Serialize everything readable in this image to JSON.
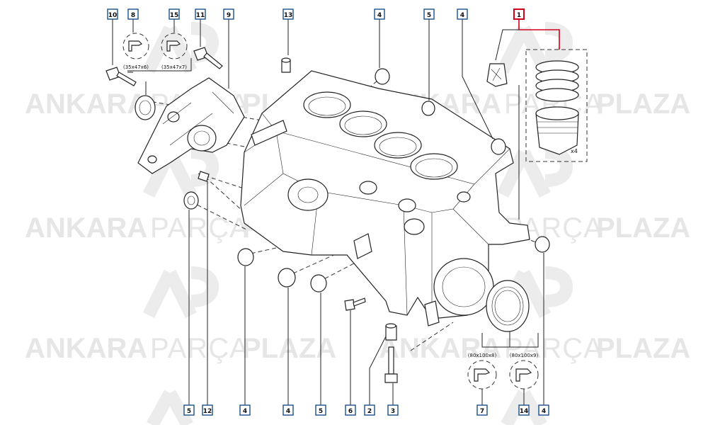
{
  "watermark": {
    "word1": "ANKARA",
    "word2": "PARÇA",
    "word3": "PLAZA",
    "logo": "AP"
  },
  "callouts": [
    {
      "id": "c10",
      "number": "10"
    },
    {
      "id": "c8",
      "number": "8"
    },
    {
      "id": "c15",
      "number": "15"
    },
    {
      "id": "c11",
      "number": "11"
    },
    {
      "id": "c9",
      "number": "9"
    },
    {
      "id": "c13",
      "number": "13"
    },
    {
      "id": "c4a",
      "number": "4"
    },
    {
      "id": "c5a",
      "number": "5"
    },
    {
      "id": "c4b",
      "number": "4"
    },
    {
      "id": "c1",
      "number": "1",
      "highlighted": true
    },
    {
      "id": "c5b",
      "number": "5"
    },
    {
      "id": "c12",
      "number": "12"
    },
    {
      "id": "c4c",
      "number": "4"
    },
    {
      "id": "c4d",
      "number": "4"
    },
    {
      "id": "c5c",
      "number": "5"
    },
    {
      "id": "c6",
      "number": "6"
    },
    {
      "id": "c2",
      "number": "2"
    },
    {
      "id": "c3",
      "number": "3"
    },
    {
      "id": "c7",
      "number": "7"
    },
    {
      "id": "c14",
      "number": "14"
    },
    {
      "id": "c4e",
      "number": "4"
    }
  ],
  "seal_dims": {
    "seal8": "(35x47x6)",
    "seal15": "(35x47x7)",
    "seal7": "(80x100x8)",
    "seal14": "(80x100x9)"
  },
  "piston_qty": "x4",
  "colors": {
    "callout_border": "#1b4f8a",
    "highlight": "#d0021b",
    "watermark": "#e6e6e6"
  }
}
